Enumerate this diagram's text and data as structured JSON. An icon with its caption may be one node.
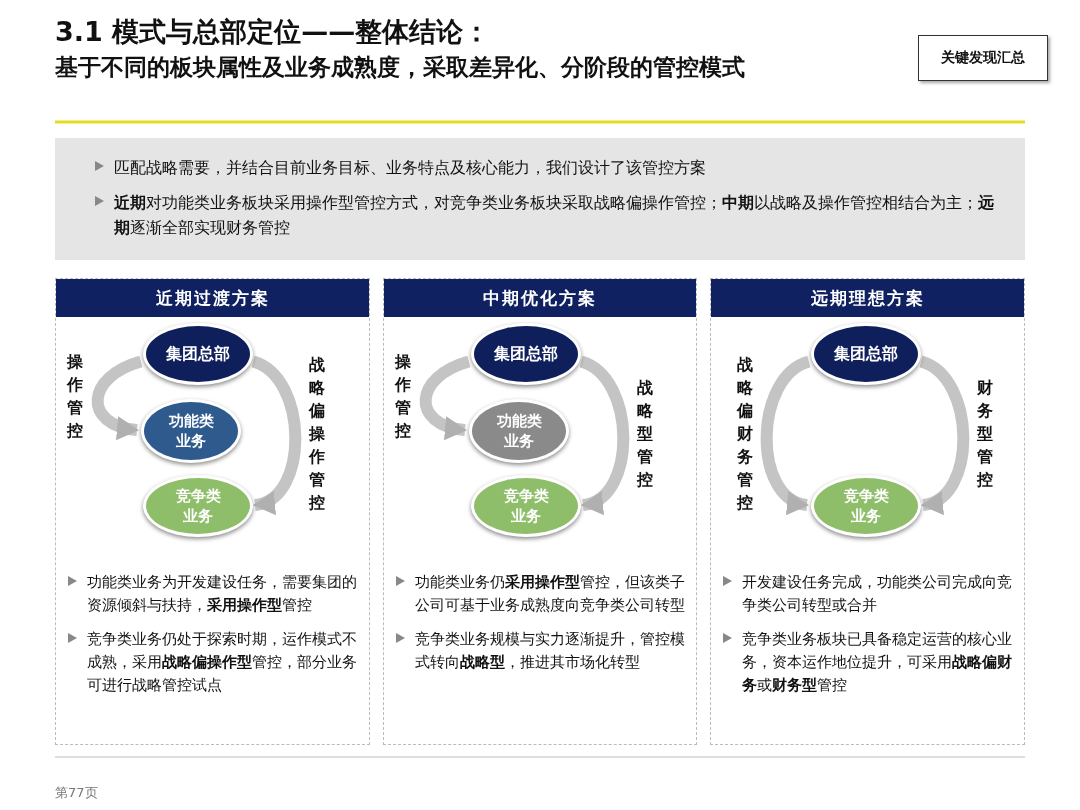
{
  "diagram": {
    "title": "3.1 模式与总部定位——整体结论：",
    "nodes": [
      {
        "text": [
          "关键发现汇总"
        ]
      },
      {
        "text": [
          "匹配战略需要，并结合目前业务目标、业务特点及核心能力，我们设计了该管控方案",
          "**近期**对功能类业务板块采用操作型管控方式，对竞争类业务板块采取战略偏操作管控；**中期**以战略及操作管控相结合为主；**远期**逐渐全部实现财务管控"
        ]
      },
      {
        "text": [
          "近期过渡方案",
          "功能类业务为开发建设任务，需要集团的资源倾斜与扶持，**采用操作型**管控",
          "竞争类业务仍处于探索时期，运作模式不成熟，采用**战略偏操作型**管控，部分业务可进行战略管控试点"
        ]
      },
      {
        "text": [
          "集团总部"
        ],
        "in": 2
      },
      {
        "text": [
          "功能类业务"
        ],
        "in": 2
      },
      {
        "text": [
          "竞争类业务"
        ],
        "in": 2
      },
      {
        "text": [
          "中期优化方案",
          "功能类业务仍**采用操作型**管控，但该类子公司可基于业务成熟度向竞争类公司转型",
          "竞争类业务规模与实力逐渐提升，管控模式转向**战略型**，推进其市场化转型"
        ]
      },
      {
        "text": [
          "集团总部"
        ],
        "in": 6
      },
      {
        "text": [
          "功能类业务"
        ],
        "in": 6
      },
      {
        "text": [
          "竞争类业务"
        ],
        "in": 6
      },
      {
        "text": [
          "远期理想方案",
          "开发建设任务完成，功能类公司完成向竞争类公司转型或合并",
          "竞争类业务板块已具备稳定运营的核心业务，资本运作地位提升，可采用**战略偏财务**或**财务型**管控"
        ]
      },
      {
        "text": [
          "集团总部"
        ],
        "in": 10
      },
      {
        "text": [
          "竞争类业务"
        ],
        "in": 10
      }
    ],
    "edges": [
      {
        "from": 3,
        "to": 4,
        "arrow": "to",
        "label": "操作管控"
      },
      {
        "from": 3,
        "to": 5,
        "arrow": "to",
        "label": "战略偏操作管控"
      },
      {
        "from": 7,
        "to": 8,
        "arrow": "to",
        "label": "操作管控"
      },
      {
        "from": 7,
        "to": 9,
        "arrow": "to",
        "label": "战略型管控"
      },
      {
        "from": 11,
        "to": 12,
        "arrow": "to",
        "label": "战略偏财务管控"
      },
      {
        "from": 11,
        "to": 12,
        "arrow": "to",
        "label": "财务型管控"
      }
    ],
    "labels": [
      "基于不同的板块属性及业务成熟度，采取差异化、分阶段的管控模式",
      "第77页"
    ]
  }
}
